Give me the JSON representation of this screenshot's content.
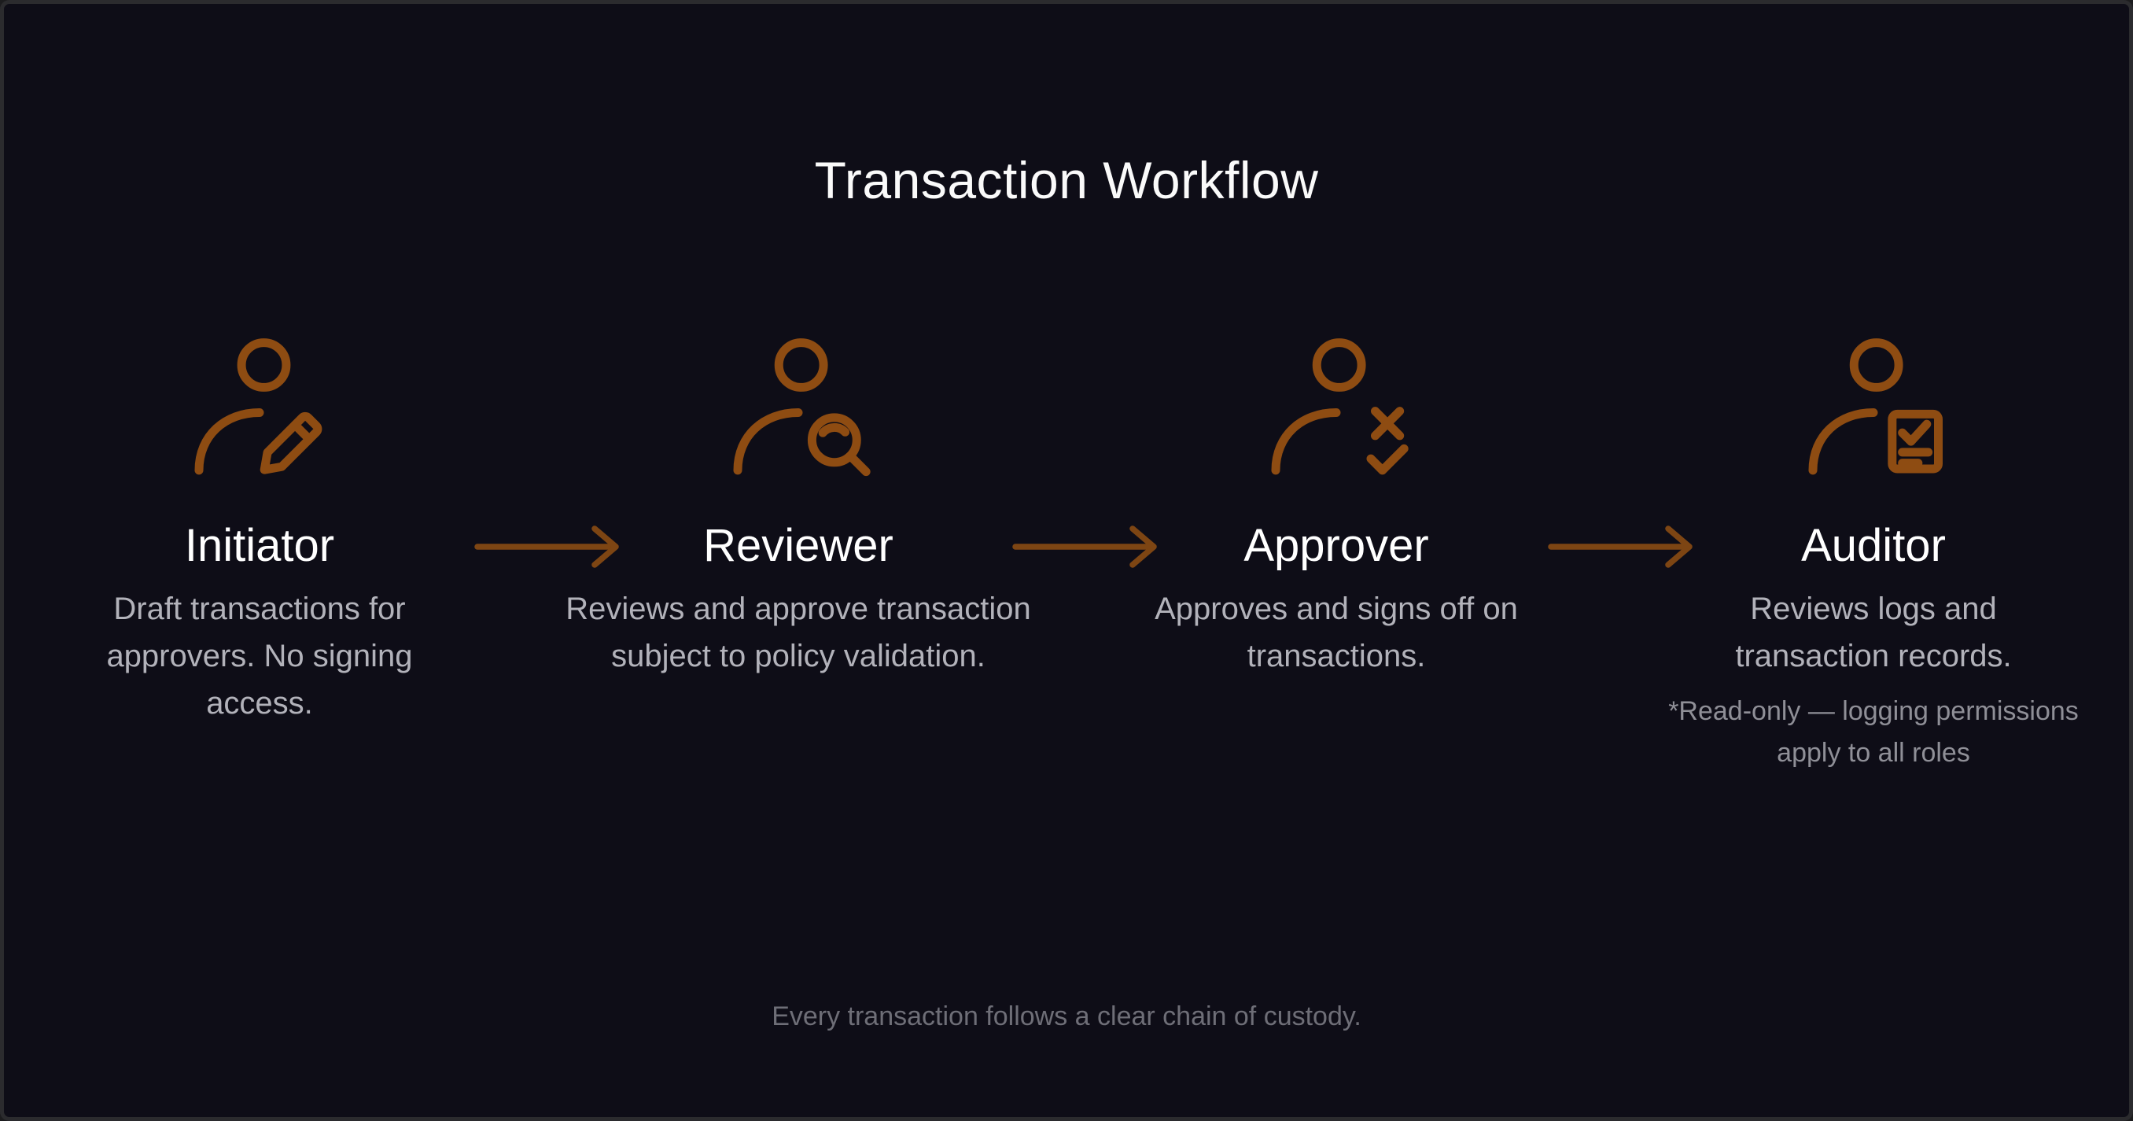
{
  "title": "Transaction Workflow",
  "footer": "Every transaction follows a clear chain of custody.",
  "colors": {
    "background": "#0e0d17",
    "frame_border": "#2b2b2e",
    "icon_accent": "#8e4c12",
    "arrow_accent": "#7d4513",
    "heading_text": "#ffffff",
    "description_text": "#b2b2ba",
    "note_text": "#8f8f97",
    "footer_text": "#6e6e77"
  },
  "icons": {
    "initiator": "person-edit-icon",
    "reviewer": "person-search-icon",
    "approver": "person-check-x-icon",
    "auditor": "person-clipboard-icon",
    "connector": "arrow-right-icon"
  },
  "roles": [
    {
      "name": "Initiator",
      "description": "Draft transactions for approvers. No signing access."
    },
    {
      "name": "Reviewer",
      "description": "Reviews and  approve transaction subject to policy validation."
    },
    {
      "name": "Approver",
      "description": "Approves and signs off on transactions."
    },
    {
      "name": "Auditor",
      "description": "Reviews logs and transaction records.",
      "note": "*Read-only — logging permissions apply to all roles"
    }
  ]
}
